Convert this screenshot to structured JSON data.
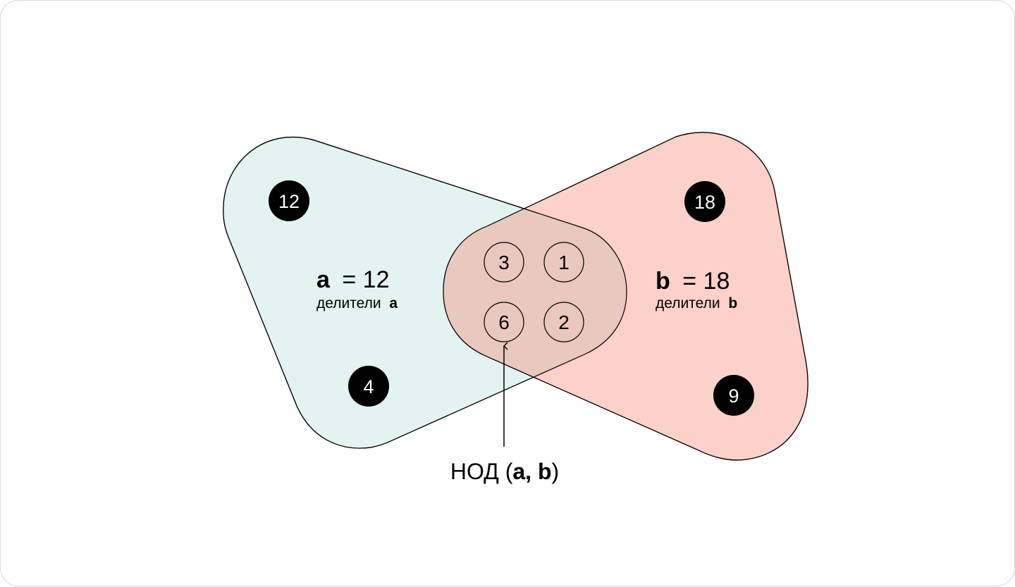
{
  "colors": {
    "set_a_fill": "#e2f3f2",
    "set_b_fill": "#fbd1c9",
    "intersection_fill": "#e9c8be",
    "outline": "#000000",
    "badge_fill": "#000000",
    "badge_text": "#ffffff"
  },
  "set_a": {
    "var": "a",
    "value_text": "= 12",
    "caption": "делители",
    "caption_var": "a",
    "exclusive_divisors": [
      "12",
      "4"
    ]
  },
  "set_b": {
    "var": "b",
    "value_text": "= 18",
    "caption": "делители",
    "caption_var": "b",
    "exclusive_divisors": [
      "18",
      "9"
    ]
  },
  "common_divisors": [
    "3",
    "1",
    "6",
    "2"
  ],
  "gcd_label": {
    "prefix": "НОД (",
    "args": "a, b",
    "suffix": ")"
  }
}
